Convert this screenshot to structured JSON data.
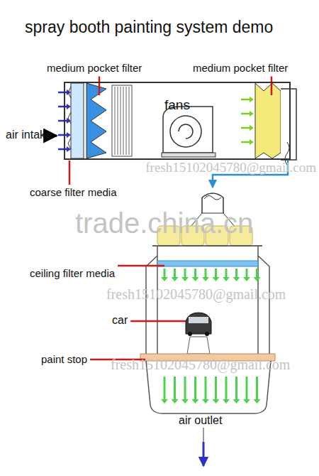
{
  "diagram": {
    "title": "spray booth painting system demo",
    "nodes": [
      {
        "text": [
          "fans"
        ]
      }
    ],
    "labels": [
      "medium pocket filter",
      "medium pocket filter",
      "air intake",
      "coarse filter media",
      "fresh15102045780@gmail.com",
      "trade.china.cn",
      "ceiling filter media",
      "fresh15102045780@gmail.com",
      "car",
      "paint stop",
      "fresh15102045780@gmail.com",
      "air outlet"
    ]
  }
}
